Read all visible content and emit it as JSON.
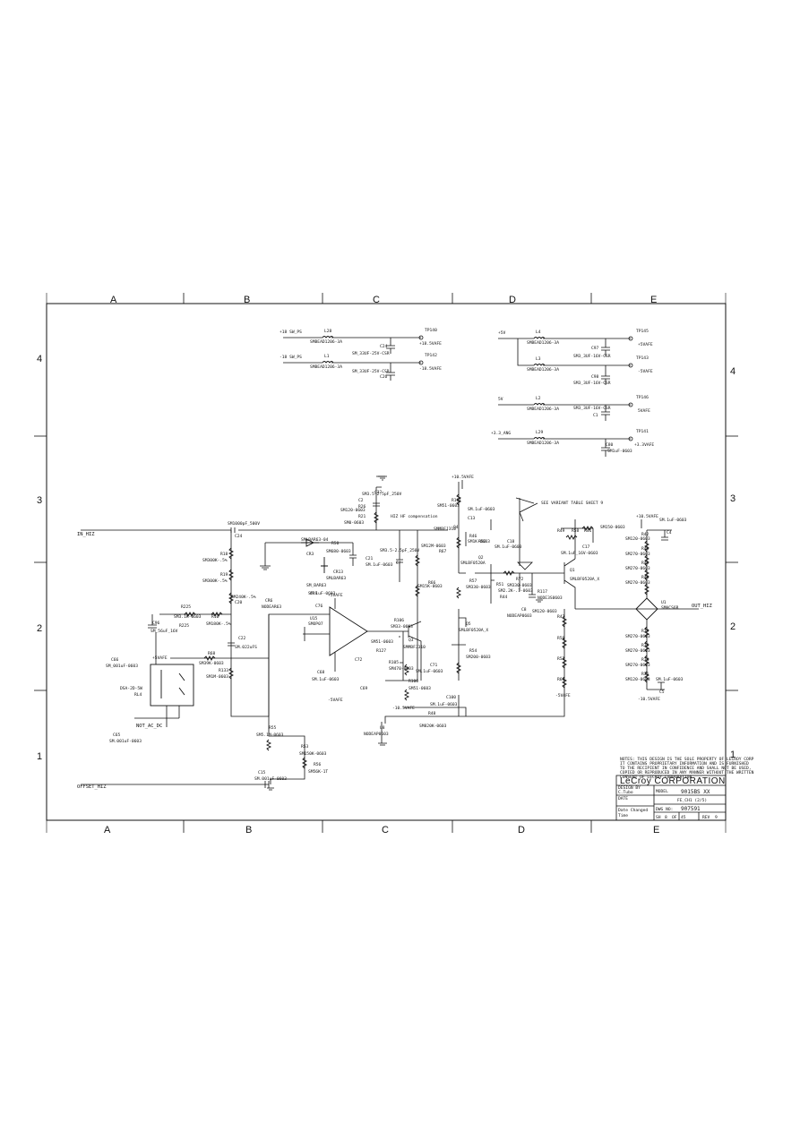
{
  "sheet": {
    "zones_top": [
      "A",
      "B",
      "C",
      "D",
      "E"
    ],
    "zones_bottom": [
      "A",
      "B",
      "C",
      "D",
      "E"
    ],
    "rows_left": [
      "4",
      "3",
      "2",
      "1"
    ],
    "rows_right": [
      "4",
      "3",
      "2",
      "1"
    ]
  },
  "power": {
    "lbl_pos_ps": "+18 SW_PS",
    "lbl_neg_ps": "-18 SW_PS",
    "L28": "L28",
    "L1": "L1",
    "L28_val": "SMBEAD1206-3A",
    "L1_val": "SMBEAD1206-3A",
    "C24": "C24",
    "C24_val": "SM_33UF-25V-CSR",
    "C26": "C26",
    "C26_val": "SM_33UF-25V-CSR",
    "tp140": "TP140",
    "tp142": "TP142",
    "pos18safe": "+18.5VAFE",
    "neg18safe": "-18.5VAFE",
    "lbl_5v": "+5V",
    "lbl_5v2": "5V",
    "lbl_33v": "+3.3_ANG",
    "L4": "L4",
    "L4_val": "SMBEAD1206-3A",
    "L3": "L3",
    "L3_val": "SMBEAD1206-3A",
    "L2": "L2",
    "L2_val": "SMBEAD1206-3A",
    "L29": "L29",
    "L29_val": "SMBEAD1206-3A",
    "C97": "C97",
    "C97_val": "SM3_3UF-16V-CSR",
    "C98": "C98",
    "C98_val": "SM3_3UF-16V-CSR",
    "C1": "C1",
    "C1_val": "SM3_3UF-16V-CSR",
    "C80": "C80",
    "C80_val": "SM1uF-0603",
    "tp145": "TP145",
    "tp143": "TP143",
    "tp146": "TP146",
    "tp141": "TP141",
    "p5vafe": "+5VAFE",
    "n5vafe": "-5VAFE",
    "p5vafe2": "5VAFE",
    "p33vafe": "+3.3VAFE"
  },
  "io": {
    "in_hz": "IN_HIZ",
    "offset_hiz": "OFFSET_HIZ",
    "not_ac_dc": "NOT_AC_DC",
    "out_hiz": "OUT_HIZ"
  },
  "parts": {
    "C24n": "C24",
    "C24v": "SM1000pF_500V",
    "R18": "R18",
    "R18v": "SM300K-.5%",
    "R19": "R19",
    "R19v": "SM300K-.5%",
    "C20": "C20",
    "C20v": "SM240K-.5%",
    "R225": "R225",
    "R225v": "SM3.1K-0603",
    "R10": "R10",
    "R10v": "SM180K-.5%",
    "C96": "C96",
    "C96v": "SM_56uF_16V",
    "R225b": "R225",
    "C22": "C22",
    "C22v": "SM.022uFS",
    "R68": "R68",
    "R68v": "SM39K-0603",
    "R133": "R133",
    "R133v": "SM1M-0603",
    "C65": "C65",
    "C65v": "SM.001uF-0603",
    "C66": "C66",
    "C66v": "SM_001uF-0603",
    "relay": "DSA-2D-5W",
    "relay_ref": "RL4",
    "p5vrl": "+5VAFE",
    "R55": "R55",
    "R55v": "SM5.1M-0603",
    "R53": "R53",
    "R53v": "SM150K-0603",
    "R56": "R56",
    "R56v": "SM56K-1T",
    "C15": "C15",
    "C15v": "SM.001uF-0603",
    "C2": "C2",
    "C2v": "SM3.5-2.5pF_250V",
    "C32": "C32",
    "R26": "R26",
    "R26v": "SM120-0603",
    "R21": "R21",
    "R21v": "SM0-0603",
    "CR3": "CR3",
    "CR3v": "SMLBAR63-04",
    "R50": "R50",
    "R50v": "SM680-0603",
    "C21": "C21",
    "C21v": "SM.1uF-0603",
    "CR13": "CR13",
    "CR13v": "SMLBAR63",
    "CR9": "CR9",
    "CR9v": "SM_BAR63",
    "CR6": "CR6",
    "CR6v": "NODEAR63",
    "hiz": "HIZ HF compensation",
    "C7": "C7",
    "C7v": "SM3.5-2.5pF_250V",
    "U15": "U15",
    "U15v": "SMOP07",
    "C76": "C76",
    "C76v": "SM.1uF-0603",
    "C72": "C72",
    "C68": "C68",
    "C68v": "SM.1uF-0603",
    "C69": "C69",
    "R127": "R127",
    "R127v": "SM51-0603",
    "Q3": "Q3",
    "Q3v": "SMMBFJ310",
    "R106": "R106",
    "R106v": "SM33-0603",
    "R105": "R105",
    "R105v": "SM470-0603",
    "C71": "C71",
    "C71v": "SM.1uF-0603",
    "R100": "R100",
    "R100v": "SM51-0603",
    "U8": "U8",
    "U8v": "NODEAP0603",
    "C100": "C100",
    "C100v": "SM.1uF-0603",
    "R48": "R48",
    "R48v": "SM820K-0603",
    "neg10": "-10.5VAFE",
    "neg5": "-5VAFE",
    "p5": "+5VAFE",
    "p10": "+10.5VAFE",
    "R101": "R101",
    "R101v": "SM51-0603",
    "C13": "C13",
    "C13v": "SM.1uF-0603",
    "Q4": "Q4",
    "Q4v": "SMMBFJ310",
    "R67": "R67",
    "R67v": "SM12M-0603",
    "R46": "R46",
    "R46v": "SM1K-0603",
    "R52": "R52",
    "R66": "R66",
    "R66v": "SM15K-0603",
    "C18": "C18",
    "C18v": "SM.1uF-0603",
    "Q2": "Q2",
    "Q2v": "SMLBF0520A",
    "R57": "R57",
    "R57v": "SM330-0603",
    "R51": "R51",
    "R72": "R72",
    "R72v": "SM330-0603",
    "R44": "R44",
    "R44v": "SM2.2K-.1-0603",
    "C8": "C8",
    "C8v": "NODEAP0603",
    "R117": "R117",
    "R117v": "NODE3S0603",
    "R54": "R54",
    "R54v": "SM200-0603",
    "Q5": "Q5",
    "Q5v": "SMLBF0520A_X",
    "see_variant": "SEE VARIANT TABLE SHEET 9",
    "R49": "R49",
    "R58": "R58",
    "R41": "R41",
    "R49v": "SM150-0603",
    "C17": "C17",
    "C17v": "SM.1uF_16V-0603",
    "Q1": "Q1",
    "Q1v": "SMLBF0520A_X",
    "R47": "R47",
    "R59": "R59",
    "R57b": "R57",
    "R60": "R60",
    "n5vafe2": "-5VAFE",
    "R120v": "SM120-0603",
    "p10b": "+10.5VAFE",
    "R42": "R42",
    "R42v": "SM120-0603",
    "R43": "R43",
    "R43v": "SM270-0603",
    "R45": "R45",
    "R45v": "SM270-0603",
    "R40": "R40",
    "R40v": "SM270-0603",
    "C4": "C4",
    "C4v": "SM.1uF-0603",
    "C5": "C5",
    "C5v": "SM.1uF-0603",
    "U1": "U1",
    "U1v": "SMHCS6R",
    "R39": "R39",
    "R39v": "SM270-0603",
    "R35": "R35",
    "R35v": "SM270-0603",
    "R34": "R34",
    "R34v": "SM270-0603",
    "R36": "R36",
    "R36v": "SM120-0603",
    "neg10b": "-10.5VAFE"
  },
  "notes": {
    "l1": "NOTES: THIS DESIGN IS THE SOLE PROPERTY OF LECROY CORP",
    "l2": "IT CONTAINS PROPRIETARY INFORMATION AND IS FURNISHED",
    "l3": "TO THE RECIPIENT IN CONFIDENCE AND SHALL NOT BE USED,",
    "l4": "COPIED OR REPRODUCED IN ANY MANNER WITHOUT THE WRITTEN",
    "l5": "CONSENT OF LECROY CORPORATION"
  },
  "title_block": {
    "company": "LeCroy CORPORATION",
    "model_lbl": "MODEL",
    "model": "9015BS XX",
    "title": "FE_CH1 (2/5)",
    "drawn_lbl": "DESIGN BY",
    "drawn": "C.Tubo",
    "date_lbl": "DATE",
    "date_changed_lbl": "Date Changed",
    "time_lbl": "Time",
    "dwg_no_lbl": "DWG NO:",
    "dwg_no": "907591",
    "sh": "SH",
    "sh_val": "8",
    "of": "OF",
    "of_val": "45",
    "rev": "REV",
    "rev_val": "9"
  }
}
